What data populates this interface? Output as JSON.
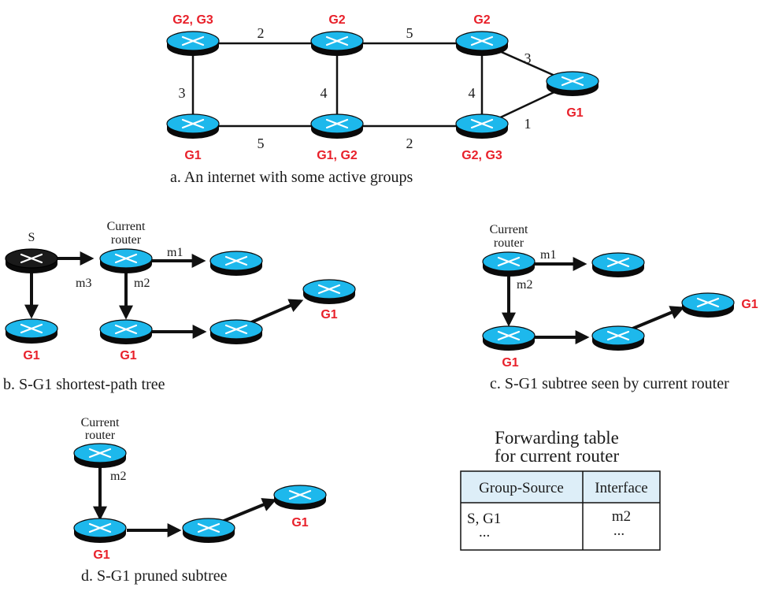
{
  "panel_a": {
    "caption": "a. An internet with some active groups",
    "labels": {
      "r1": "G2, G3",
      "r2": "G2",
      "r3": "G2",
      "r4": "G1",
      "r5": "G1",
      "r6": "G1, G2",
      "r7": "G2, G3"
    },
    "weights": {
      "e1_2": "2",
      "e2_3": "5",
      "e3_4": "3",
      "e1_5": "3",
      "e2_6": "4",
      "e3_7": "4",
      "e5_6": "5",
      "e6_7": "2",
      "e7_4": "1"
    }
  },
  "panel_b": {
    "caption": "b. S-G1 shortest-path tree",
    "source_label": "S",
    "current_label_1": "Current",
    "current_label_2": "router",
    "m1": "m1",
    "m2": "m2",
    "m3": "m3",
    "g1_left": "G1",
    "g1_mid": "G1",
    "g1_right": "G1"
  },
  "panel_c": {
    "caption": "c. S-G1 subtree seen by current router",
    "current_label_1": "Current",
    "current_label_2": "router",
    "m1": "m1",
    "m2": "m2",
    "g1_bottom": "G1",
    "g1_right": "G1"
  },
  "panel_d": {
    "caption": "d. S-G1 pruned subtree",
    "current_label_1": "Current",
    "current_label_2": "router",
    "m2": "m2",
    "g1_bottom": "G1",
    "g1_right": "G1"
  },
  "forwarding_table": {
    "title_line1": "Forwarding table",
    "title_line2": "for current router",
    "header_col1": "Group-Source",
    "header_col2": "Interface",
    "row1_col1": "S, G1",
    "row1_col2": "m2",
    "row2_col1": "...",
    "row2_col2": "..."
  },
  "colors": {
    "router_top": "#1db8ec",
    "router_side": "#0a0a0a",
    "source_router": "#1a1a1a",
    "group_label": "#e8202a",
    "table_header_bg": "#ddeef8"
  }
}
